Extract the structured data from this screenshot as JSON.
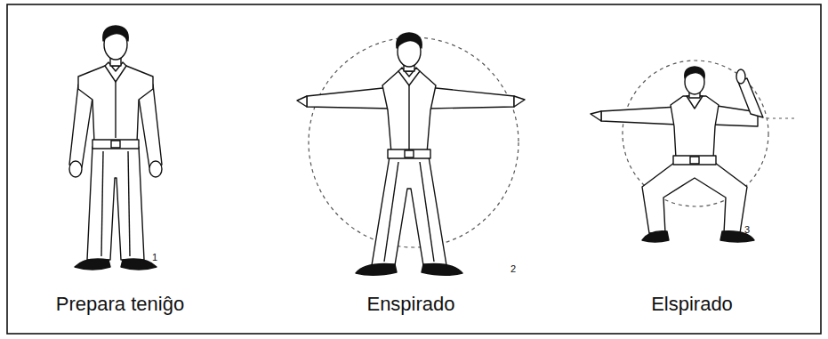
{
  "diagram": {
    "labels": [
      "Prepara teniĝo",
      "1",
      "Enspirado",
      "2",
      "Elspirado",
      "3"
    ]
  }
}
